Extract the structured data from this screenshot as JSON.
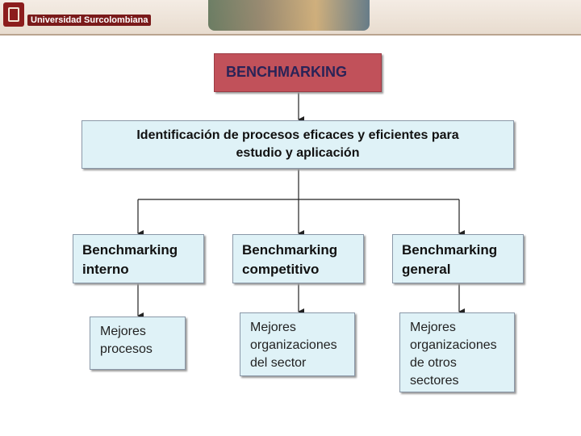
{
  "header": {
    "university": "Universidad Surcolombiana"
  },
  "diagram": {
    "title": "BENCHMARKING",
    "main_line1": "Identificación de procesos eficaces y eficientes para",
    "main_line2": "estudio y aplicación",
    "types": [
      {
        "line1": "Benchmarking",
        "line2": "interno"
      },
      {
        "line1": "Benchmarking",
        "line2": "competitivo"
      },
      {
        "line1": "Benchmarking",
        "line2": "general"
      }
    ],
    "targets": [
      {
        "lines": [
          "Mejores",
          "procesos"
        ]
      },
      {
        "lines": [
          "Mejores",
          "organizaciones",
          "del sector"
        ]
      },
      {
        "lines": [
          "Mejores",
          "organizaciones",
          "de otros",
          "sectores"
        ]
      }
    ],
    "colors": {
      "title_fill": "#c1515a",
      "title_text": "#2a2357",
      "box_fill": "#dff2f7",
      "header_accent": "#7a1a1a"
    }
  }
}
